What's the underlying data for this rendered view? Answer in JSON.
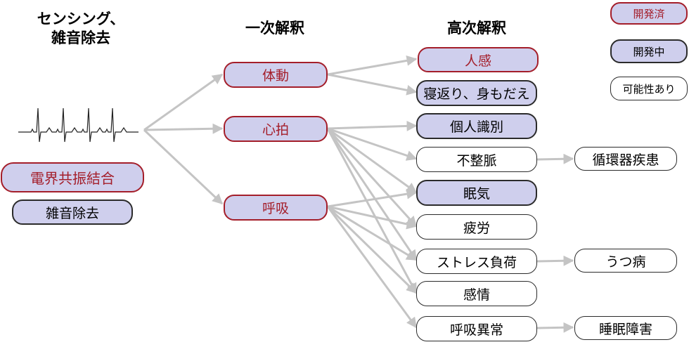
{
  "headers": {
    "sensing_line1": "センシング、",
    "sensing_line2": "雑音除去",
    "primary": "一次解釈",
    "higher": "高次解釈"
  },
  "sensing": {
    "items": [
      "電界共振結合",
      "雑音除去"
    ]
  },
  "primary": {
    "items": [
      "体動",
      "心拍",
      "呼吸"
    ]
  },
  "higher": {
    "items": [
      "人感",
      "寝返り、身もだえ",
      "個人識別",
      "不整脈",
      "眠気",
      "疲労",
      "ストレス負荷",
      "感情",
      "呼吸異常"
    ]
  },
  "outcomes": {
    "items": [
      "循環器疾患",
      "うつ病",
      "睡眠障害"
    ]
  },
  "legend": {
    "done": "開発済",
    "dev": "開発中",
    "possible": "可能性あり"
  },
  "colors": {
    "done_border": "#a41e2a",
    "done_text": "#a41e2a",
    "fill": "#cfcfed",
    "arrow": "#c4c4c4"
  }
}
